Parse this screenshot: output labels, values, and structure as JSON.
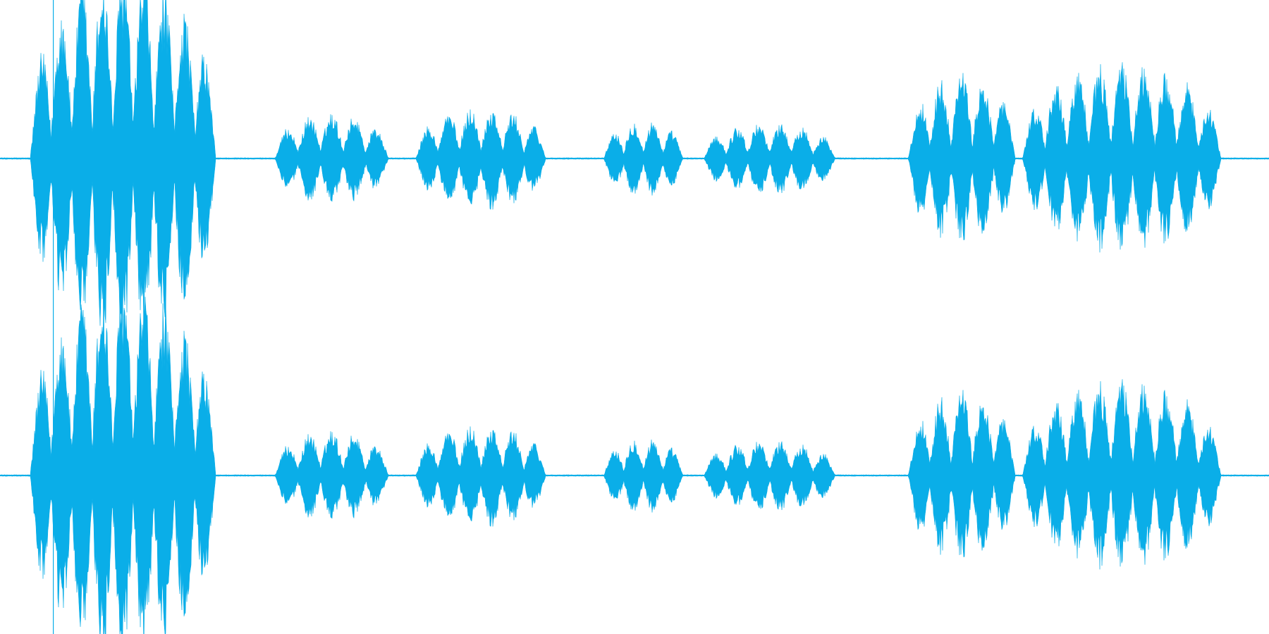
{
  "waveform": {
    "color": "#0aaee8",
    "background": "#ffffff",
    "channels": 2,
    "channel_names": [
      "channel-1",
      "channel-2"
    ],
    "segments": [
      {
        "start": 0.024,
        "end": 0.17,
        "peak": 1.0
      },
      {
        "start": 0.138,
        "end": 0.168,
        "peak": 0.27
      },
      {
        "start": 0.217,
        "end": 0.306,
        "peak": 0.24
      },
      {
        "start": 0.328,
        "end": 0.43,
        "peak": 0.27
      },
      {
        "start": 0.476,
        "end": 0.538,
        "peak": 0.2
      },
      {
        "start": 0.555,
        "end": 0.658,
        "peak": 0.19
      },
      {
        "start": 0.716,
        "end": 0.8,
        "peak": 0.45
      },
      {
        "start": 0.806,
        "end": 0.962,
        "peak": 0.5
      }
    ],
    "playhead": 0.042
  }
}
